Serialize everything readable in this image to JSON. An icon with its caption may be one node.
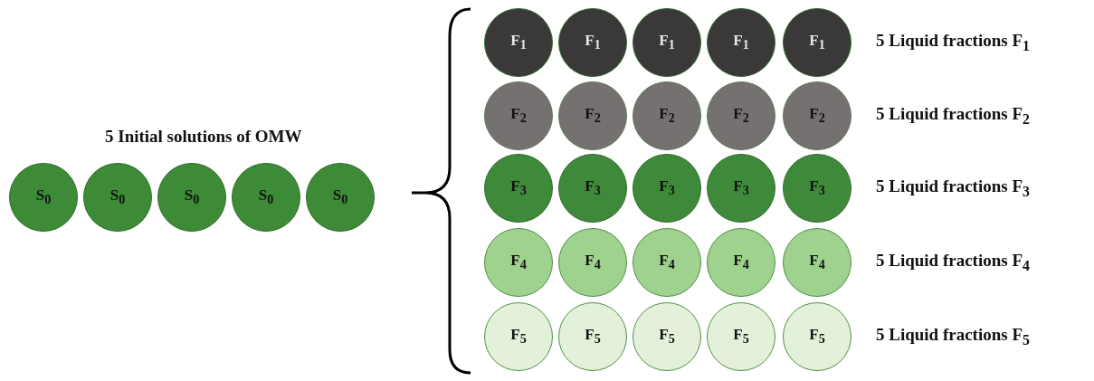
{
  "diagram": {
    "nodes": [
      {
        "text": [
          "S$_{0}$"
        ]
      },
      {
        "text": [
          "S$_{0}$"
        ]
      },
      {
        "text": [
          "S$_{0}$"
        ]
      },
      {
        "text": [
          "S$_{0}$"
        ]
      },
      {
        "text": [
          "S$_{0}$"
        ]
      },
      {
        "text": [
          "F$_{1}$"
        ]
      },
      {
        "text": [
          "F$_{1}$"
        ]
      },
      {
        "text": [
          "F$_{1}$"
        ]
      },
      {
        "text": [
          "F$_{1}$"
        ]
      },
      {
        "text": [
          "F$_{1}$"
        ]
      },
      {
        "text": [
          "F$_{2}$"
        ]
      },
      {
        "text": [
          "F$_{2}$"
        ]
      },
      {
        "text": [
          "F$_{2}$"
        ]
      },
      {
        "text": [
          "F$_{2}$"
        ]
      },
      {
        "text": [
          "F$_{2}$"
        ]
      },
      {
        "text": [
          "F$_{3}$"
        ]
      },
      {
        "text": [
          "F$_{3}$"
        ]
      },
      {
        "text": [
          "F$_{3}$"
        ]
      },
      {
        "text": [
          "F$_{3}$"
        ]
      },
      {
        "text": [
          "F$_{3}$"
        ]
      },
      {
        "text": [
          "F$_{4}$"
        ]
      },
      {
        "text": [
          "F$_{4}$"
        ]
      },
      {
        "text": [
          "F$_{4}$"
        ]
      },
      {
        "text": [
          "F$_{4}$"
        ]
      },
      {
        "text": [
          "F$_{4}$"
        ]
      },
      {
        "text": [
          "F$_{5}$"
        ]
      },
      {
        "text": [
          "F$_{5}$"
        ]
      },
      {
        "text": [
          "F$_{5}$"
        ]
      },
      {
        "text": [
          "F$_{5}$"
        ]
      },
      {
        "text": [
          "F$_{5}$"
        ]
      }
    ],
    "labels": [
      "5 Initial solutions of OMW",
      "5 Liquid fractions F$_{1}$",
      "5 Liquid fractions F$_{2}$",
      "5 Liquid fractions F$_{3}$",
      "5 Liquid fractions F$_{4}$",
      "5 Liquid fractions F$_{5}$"
    ]
  }
}
